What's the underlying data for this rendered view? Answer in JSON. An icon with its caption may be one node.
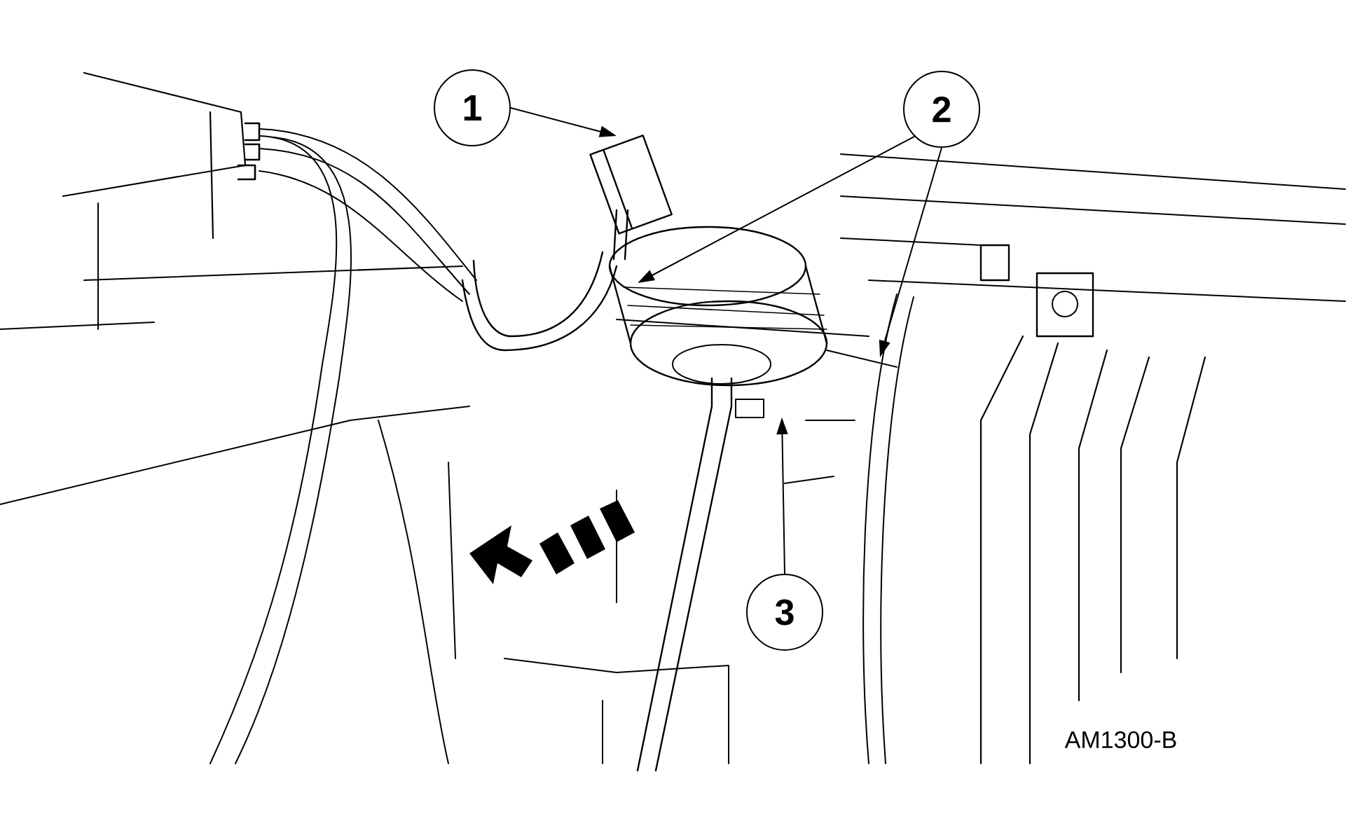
{
  "diagram": {
    "nodes": [
      {
        "text": [
          "1"
        ]
      },
      {
        "text": [
          "2"
        ]
      },
      {
        "text": [
          "3"
        ]
      }
    ],
    "edges": [
      {
        "from": 0,
        "to": null,
        "arrow": "to"
      },
      {
        "from": 1,
        "to": null,
        "arrow": "to"
      },
      {
        "from": 1,
        "to": null,
        "arrow": "to"
      },
      {
        "from": 2,
        "to": null,
        "arrow": "to"
      }
    ],
    "labels": [
      "AM1300-B"
    ]
  }
}
